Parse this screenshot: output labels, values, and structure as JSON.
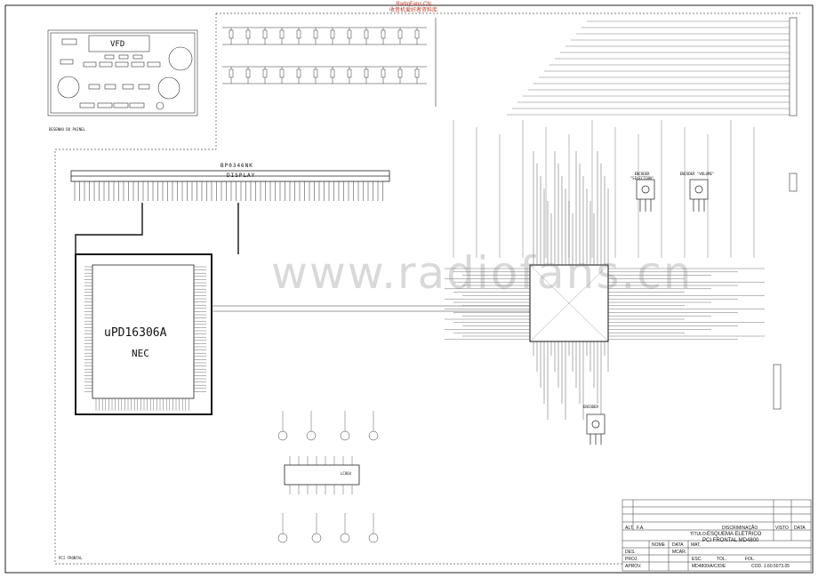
{
  "watermark": "www.radiofans.cn",
  "site_header": {
    "line1": "RadioFans.CN",
    "line2": "收音机爱好者资料库"
  },
  "front_panel": {
    "vfd_label": "VFD",
    "caption": "DESENHO DO PAINEL"
  },
  "display": {
    "part": "BP0346NK",
    "title": "DISPLAY"
  },
  "driver_ic": {
    "part": "uPD16306A",
    "maker": "NEC"
  },
  "encoders": {
    "selection": "ENCODER \"SELECTION\"",
    "volume": "ENCODER \"VOLUME\"",
    "third": "ENCODER"
  },
  "lower_ic": {
    "label": "LC864"
  },
  "sheet_note": "PCI FRONTAL",
  "title_block": {
    "discrimination_label": "DISCRIMINAÇÃO",
    "visto_label": "VISTO",
    "data_label": "DATA",
    "titulo_label": "TÍTULO:",
    "title_line1": "ESQUEMA ELETRICO",
    "title_line2": "PCI FRONTAL MD4800",
    "alt_label": "ALT.",
    "ea_label": "F.A.",
    "nome_label": "NOME",
    "data2_label": "DATA",
    "mat_label": "MAT.",
    "des_label": "DES.",
    "proj_label": "PROJ.",
    "aprov_label": "APROV.",
    "esc_label": "ESC.",
    "tol_label": "TOL.",
    "folha_label": "FOL.",
    "des_value": "MCAR.",
    "ref": "MD4800/A/C/D/E",
    "code": "COD. 1.60.5073.05"
  }
}
